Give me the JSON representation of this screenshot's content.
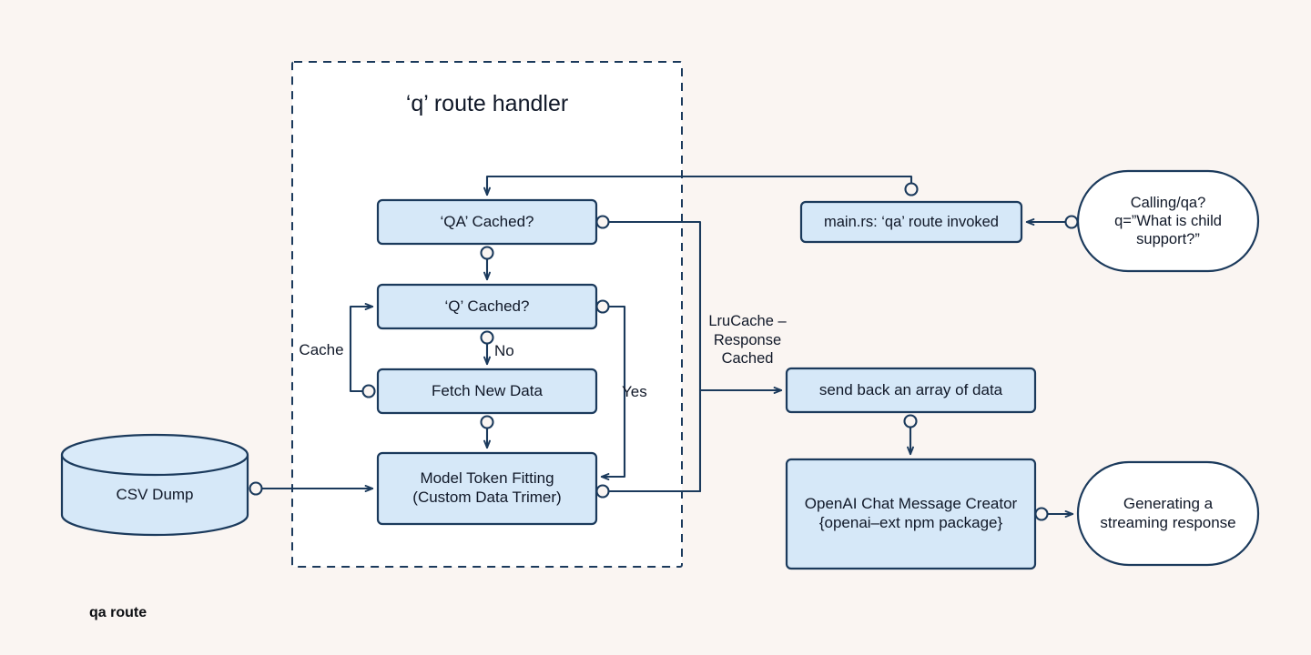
{
  "page": {
    "background_color": "#faf5f2",
    "footer_label": "qa route"
  },
  "theme": {
    "stroke": "#1b3a5c",
    "box_fill": "#d6e8f8",
    "white_fill": "#ffffff",
    "text": "#101828",
    "container_fill": "#ffffff"
  },
  "container": {
    "title": "‘q’ route handler",
    "style": "dashed"
  },
  "nodes": {
    "qa_cached": {
      "label": "‘QA’ Cached?",
      "shape": "rect",
      "fill": "#d6e8f8"
    },
    "q_cached": {
      "label": "‘Q’ Cached?",
      "shape": "rect",
      "fill": "#d6e8f8"
    },
    "fetch_new_data": {
      "label": "Fetch New Data",
      "shape": "rect",
      "fill": "#d6e8f8"
    },
    "model_token_fitting": {
      "label": "Model Token Fitting\n(Custom Data Trimer)",
      "shape": "rect",
      "fill": "#d6e8f8"
    },
    "csv_dump": {
      "label": "CSV Dump",
      "shape": "cylinder",
      "fill": "#d6e8f8"
    },
    "main_rs": {
      "label": "main.rs: ‘qa’ route invoked",
      "shape": "rect",
      "fill": "#d6e8f8"
    },
    "calling_qa": {
      "label": "Calling/qa?\nq=”What is child\nsupport?”",
      "shape": "stadium",
      "fill": "#ffffff"
    },
    "send_back_array": {
      "label": "send back an array of data",
      "shape": "rect",
      "fill": "#d6e8f8"
    },
    "openai_chat": {
      "label": "OpenAI Chat Message Creator\n{openai–ext npm package}",
      "shape": "rect",
      "fill": "#d6e8f8"
    },
    "streaming_response": {
      "label": "Generating a\nstreaming response",
      "shape": "stadium",
      "fill": "#ffffff"
    }
  },
  "edge_labels": {
    "cache": "Cache",
    "no": "No",
    "yes": "Yes",
    "lrucache": "LruCache –\nResponse\nCached"
  }
}
